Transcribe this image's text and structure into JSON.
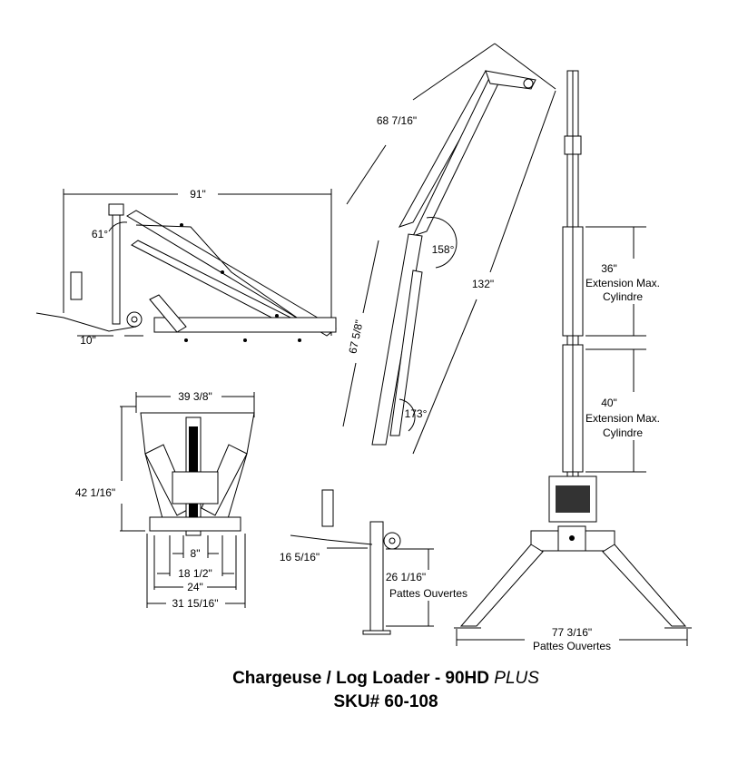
{
  "side_view": {
    "width": "91\"",
    "angle": "61°",
    "offset": "10\""
  },
  "rear_view": {
    "width": "39 3/8\"",
    "height": "42 1/16\"",
    "dims": [
      "8\"",
      "18 1/2\"",
      "24\"",
      "31 15/16\""
    ]
  },
  "extended_view": {
    "upper_boom": "68 7/16\"",
    "angle_upper": "158°",
    "reach": "132\"",
    "lower_boom": "67 5/8\"",
    "angle_lower": "173°",
    "offset": "16 5/16\"",
    "leg_height": "26 1/16\"",
    "leg_label": "Pattes Ouvertes"
  },
  "front_view": {
    "cyl1": "36\"",
    "cyl1_label1": "Extension Max.",
    "cyl1_label2": "Cylindre",
    "cyl2": "40\"",
    "cyl2_label1": "Extension Max.",
    "cyl2_label2": "Cylindre",
    "leg_span": "77 3/16\"",
    "leg_label": "Pattes Ouvertes"
  },
  "title": {
    "main": "Chargeuse / Log Loader - 90HD ",
    "suffix": "PLUS",
    "sku": "SKU# 60-108"
  }
}
